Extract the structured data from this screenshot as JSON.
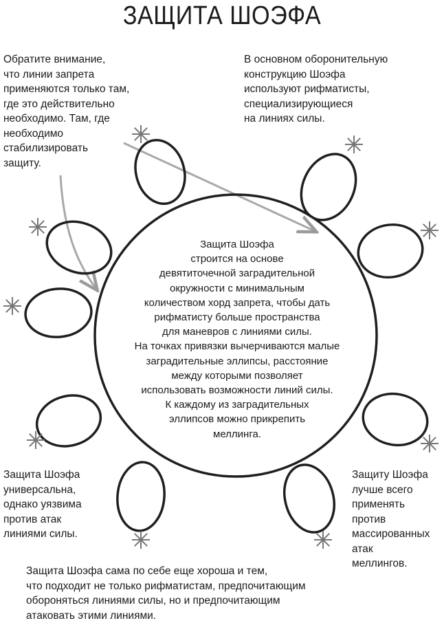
{
  "title": "ЗАЩИТА ШОЭФА",
  "notes": {
    "top_left": "Обратите внимание,\nчто линии запрета\nприменяются только там,\nгде это действительно\nнеобходимо. Там, где\nнеобходимо\nстабилизировать\nзащиту.",
    "top_right": "В основном оборонительную\nконструкцию Шоэфа\nиспользуют рифматисты,\nспециализирующиеся\nна линиях силы.",
    "center": "Защита Шоэфа\nстроится на основе\nдевятиточечной заградительной\nокружности с минимальным\nколичеством хорд запрета, чтобы дать\nрифматисту больше пространства\nдля маневров с линиями силы.\nНа точках привязки вычерчиваются малые\nзаградительные эллипсы, расстояние\nмежду которыми позволяет\nиспользовать возможности линий силы.\nК каждому из заградительных\nэллипсов можно прикрепить\nмеллинга.",
    "bottom_left": "Защита Шоэфа\nуниверсальна,\nоднако уязвима\nпротив атак\nлиниями силы.",
    "bottom_right": "Защиту Шоэфа\nлучше всего\nприменять\nпротив\nмассированных\nатак\nмеллингов.",
    "bottom": "Защита Шоэфа сама по себе еще хороша и тем,\nчто подходит не только рифматистам, предпочитающим\nобороняться линиями силы, но и предпочитающим\nатаковать этими линиями."
  },
  "colors": {
    "ink": "#1f1f1f",
    "chalk_gray": "#8a8a8a"
  }
}
